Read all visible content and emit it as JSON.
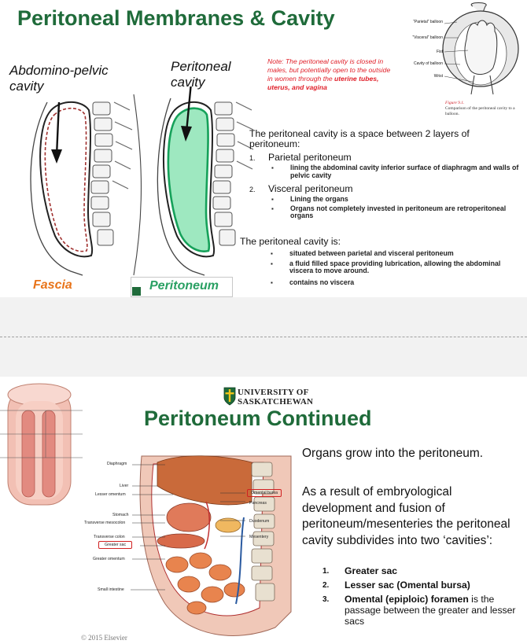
{
  "slide1": {
    "title": "Peritoneal Membranes & Cavity",
    "label_abdominopelvic": "Abdomino-pelvic cavity",
    "label_peritoneal_cavity": "Peritoneal cavity",
    "note_prefix": "Note: The peritoneal cavity is closed in males, but potentially open to the outside in women through the ",
    "note_bold": "uterine tubes, uterus, and vagina",
    "balloon_labels": {
      "parietal": "“Parietal” balloon",
      "visceral": "“Visceral” balloon",
      "fist": "Fist",
      "cavity": "Cavity of balloon",
      "wrist": "Wrist"
    },
    "figure_number": "Figure 9.1.",
    "figure_caption": "Comparison of the peritoneal cavity to a balloon.",
    "intro": "The peritoneal cavity is a space between 2 layers of peritoneum:",
    "layers": [
      {
        "num": "1.",
        "name": "Parietal peritoneum",
        "details": [
          "lining the abdominal cavity inferior surface of diaphragm and walls of pelvic cavity"
        ]
      },
      {
        "num": "2.",
        "name": "Visceral peritoneum",
        "details": [
          "Lining the organs",
          "Organs not completely invested in peritoneum are retroperitoneal organs"
        ]
      }
    ],
    "cavity_is": "The peritoneal cavity is:",
    "cavity_points": [
      "situated between parietal and visceral peritoneum",
      "a fluid filled space providing lubrication, allowing the abdominal viscera to move around.",
      "contains no viscera"
    ],
    "bullet": "▪",
    "legend_fascia": "Fascia",
    "legend_peritoneum": "Peritoneum",
    "colors": {
      "title_green": "#1f6b3a",
      "fascia_orange": "#e8741a",
      "peritoneum_green": "#2aa063",
      "note_red": "#e0202a"
    }
  },
  "slide2": {
    "university_line1": "UNIVERSITY OF",
    "university_line2": "SASKATCHEWAN",
    "title": "Peritoneum Continued",
    "para1": "Organs grow into the peritoneum.",
    "para2": "As a result of embryological development and fusion of peritoneum/mesenteries the peritoneal cavity subdivides into two ‘cavities’:",
    "list": [
      {
        "num": "1.",
        "bold": "Greater sac",
        "rest": ""
      },
      {
        "num": "2.",
        "bold": "Lesser sac (Omental bursa)",
        "rest": ""
      },
      {
        "num": "3.",
        "bold": "Omental (epiploic) foramen",
        "rest": " is the passage between the greater and lesser sacs"
      }
    ],
    "anatomy_labels": {
      "diaphragm": "Diaphragm",
      "liver": "Liver",
      "lesser_omentum": "Lesser omentum",
      "stomach": "Stomach",
      "transverse_mesocolon": "Transverse mesocolon",
      "transverse_colon": "Transverse colon",
      "greater_sac": "Greater sac",
      "greater_omentum": "Greater omentum",
      "small_intestine": "Small intestine",
      "omental_bursa": "Omental bursa",
      "pancreas": "Pancreas",
      "duodenum": "Duodenum",
      "mesentery": "Mesentery"
    },
    "copyright": "© 2015 Elsevier"
  }
}
